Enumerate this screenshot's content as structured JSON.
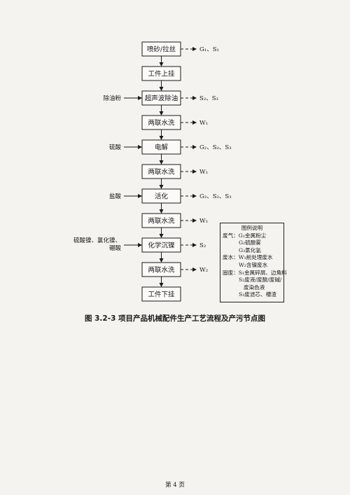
{
  "steps": [
    {
      "label": "喷砂/拉丝",
      "outputs": "G₁、S₁",
      "input": ""
    },
    {
      "label": "工件上挂",
      "outputs": "",
      "input": ""
    },
    {
      "label": "超声波除油",
      "outputs": "S₂、S₃",
      "input": "除油粉"
    },
    {
      "label": "两联水洗",
      "outputs": "W₁",
      "input": ""
    },
    {
      "label": "电解",
      "outputs": "G₂、S₂、S₃",
      "input": "硫酸"
    },
    {
      "label": "两联水洗",
      "outputs": "W₁",
      "input": ""
    },
    {
      "label": "活化",
      "outputs": "G₃、S₂、S₃",
      "input": "盐酸"
    },
    {
      "label": "两联水洗",
      "outputs": "W₁",
      "input": ""
    },
    {
      "label": "化学沉镍",
      "outputs": "S₂",
      "input_lines": [
        "硫酸镍、氯化镍、",
        "硼酸"
      ]
    },
    {
      "label": "两联水洗",
      "outputs": "W₂",
      "input": ""
    },
    {
      "label": "工件下挂",
      "outputs": "",
      "input": ""
    }
  ],
  "legend": {
    "title": "图例说明",
    "gas_label": "废气：",
    "gas": [
      "G₁金属粉尘",
      "G₂硫酸雾",
      "G₃氯化氢"
    ],
    "water_label": "废水：",
    "water": [
      "W₁前处理废水",
      "W₂含镍废水"
    ],
    "solid_label": "固废：",
    "solid": [
      "S₁金属碎屑、边角料",
      "S₂废液/废酸/废碱/",
      "废染色液",
      "S₃废滤芯、槽渣"
    ]
  },
  "caption": "图 3.2-3    项目产品机械配件生产工艺流程及产污节点图",
  "page_number": "第 4 页"
}
